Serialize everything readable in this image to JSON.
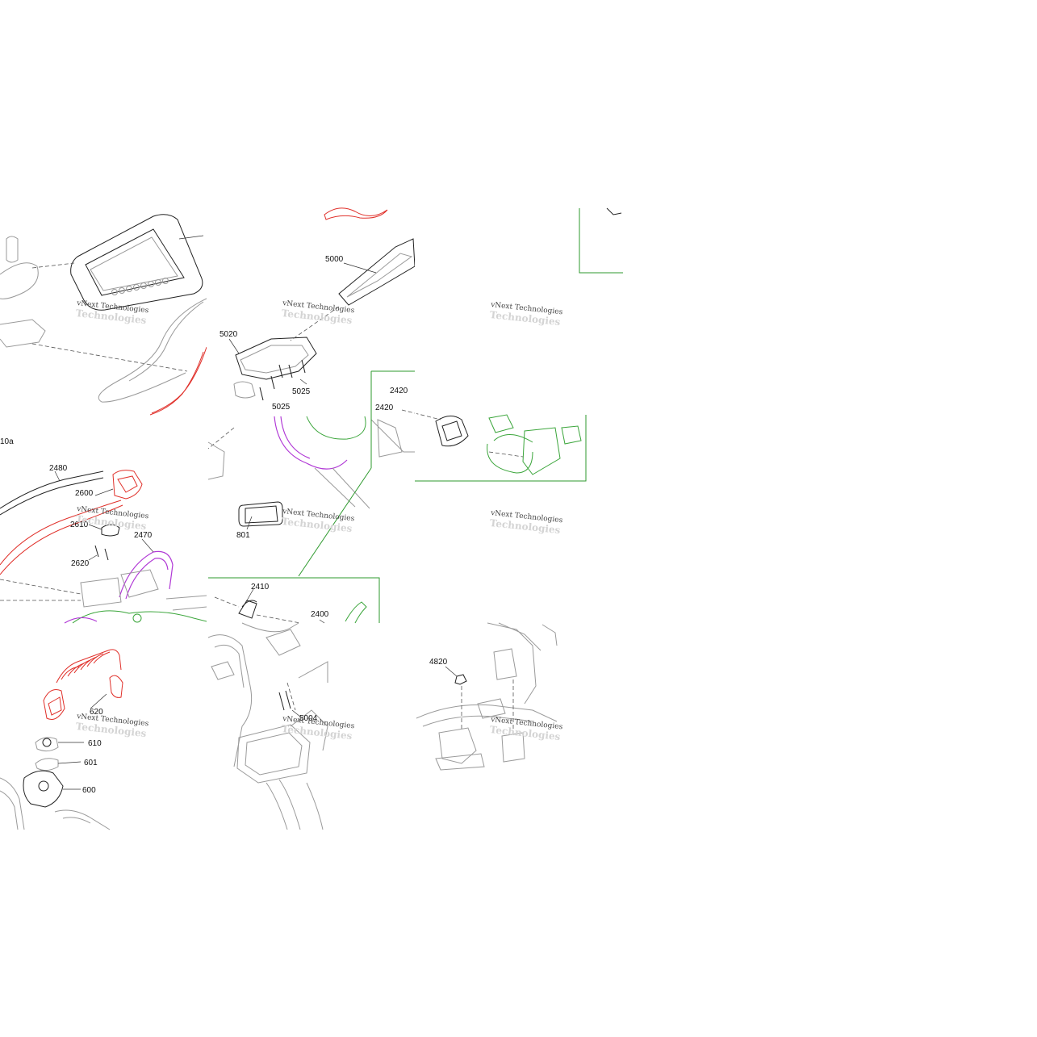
{
  "diagram": {
    "part_labels": [
      "5000",
      "5020",
      "5025",
      "5025",
      "2420",
      "2420",
      "10a",
      "2480",
      "2600",
      "2610",
      "2620",
      "2470",
      "801",
      "2410",
      "2400",
      "620",
      "610",
      "601",
      "600",
      "5004",
      "4820"
    ],
    "watermark": "vNext Technologies",
    "colors": {
      "gray_line": "#9a9a9a",
      "dark_line": "#222222",
      "red_highlight": "#e0302a",
      "green_highlight": "#3aa53a",
      "purple_highlight": "#b13ad6",
      "frame_green": "#2e9a2e"
    }
  }
}
